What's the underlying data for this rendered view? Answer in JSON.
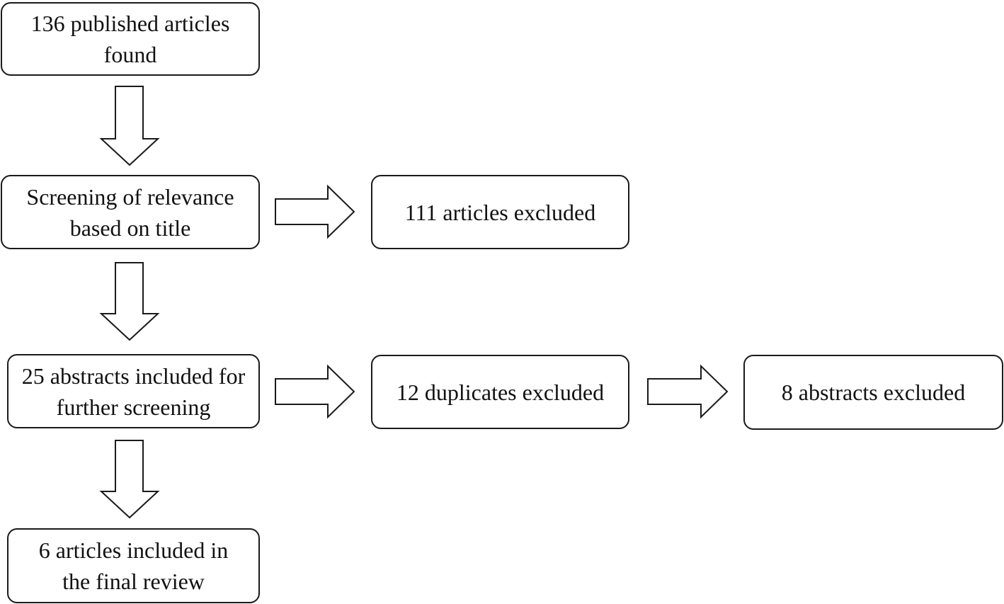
{
  "flow": {
    "found": "136 published articles found",
    "screening": "Screening of relevance based on title",
    "title_excluded": "111 articles excluded",
    "abstracts_included": "25 abstracts included for further screening",
    "duplicates_excluded": "12 duplicates excluded",
    "abstracts_excluded": "8 abstracts excluded",
    "final_review": "6 articles included in the final review"
  }
}
